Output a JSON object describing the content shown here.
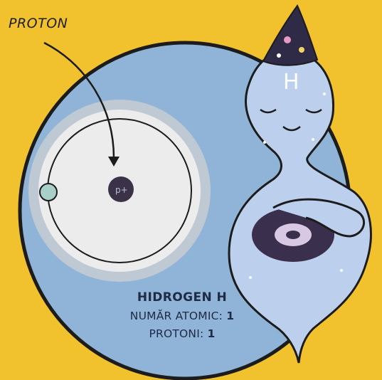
{
  "labels": {
    "proton_callout": "PROTON",
    "nucleus_symbol": "p+",
    "mascot_letter": "H"
  },
  "info": {
    "element_name": "HIDROGEN H",
    "atomic_number_label": "NUMĂR ATOMIC: ",
    "atomic_number_value": "1",
    "protons_label": "PROTONI: ",
    "protons_value": "1"
  },
  "colors": {
    "background": "#f2c22e",
    "disc": "#8fb4d8",
    "mascot_body": "#bcd0ee",
    "nucleus": "#3b3248",
    "electron": "#a9d0c8",
    "outline": "#1c1c1c"
  }
}
